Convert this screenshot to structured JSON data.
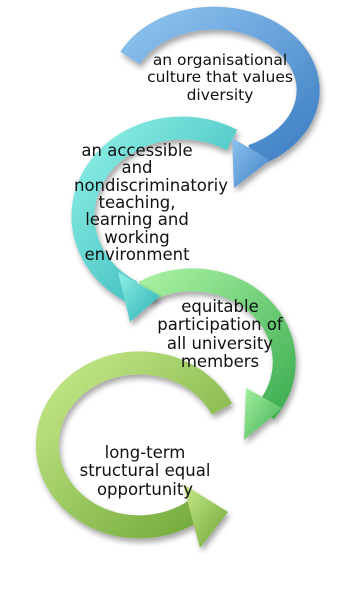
{
  "diagram": {
    "type": "circular-arrow-chain",
    "loops": [
      {
        "text": "an organisational culture that values diversity",
        "color_light": "#8ec3ef",
        "color_dark": "#3e7fc4"
      },
      {
        "text": "an accessible and nondiscriminatoriy teaching, learning and working environment",
        "color_light": "#8ff0e6",
        "color_dark": "#2bb0b4"
      },
      {
        "text": "equitable participation of all university members",
        "color_light": "#a6f0a0",
        "color_dark": "#3fae52"
      },
      {
        "text": "long-term structural equal opportunity",
        "color_light": "#c7ea8a",
        "color_dark": "#6fa637"
      }
    ]
  }
}
